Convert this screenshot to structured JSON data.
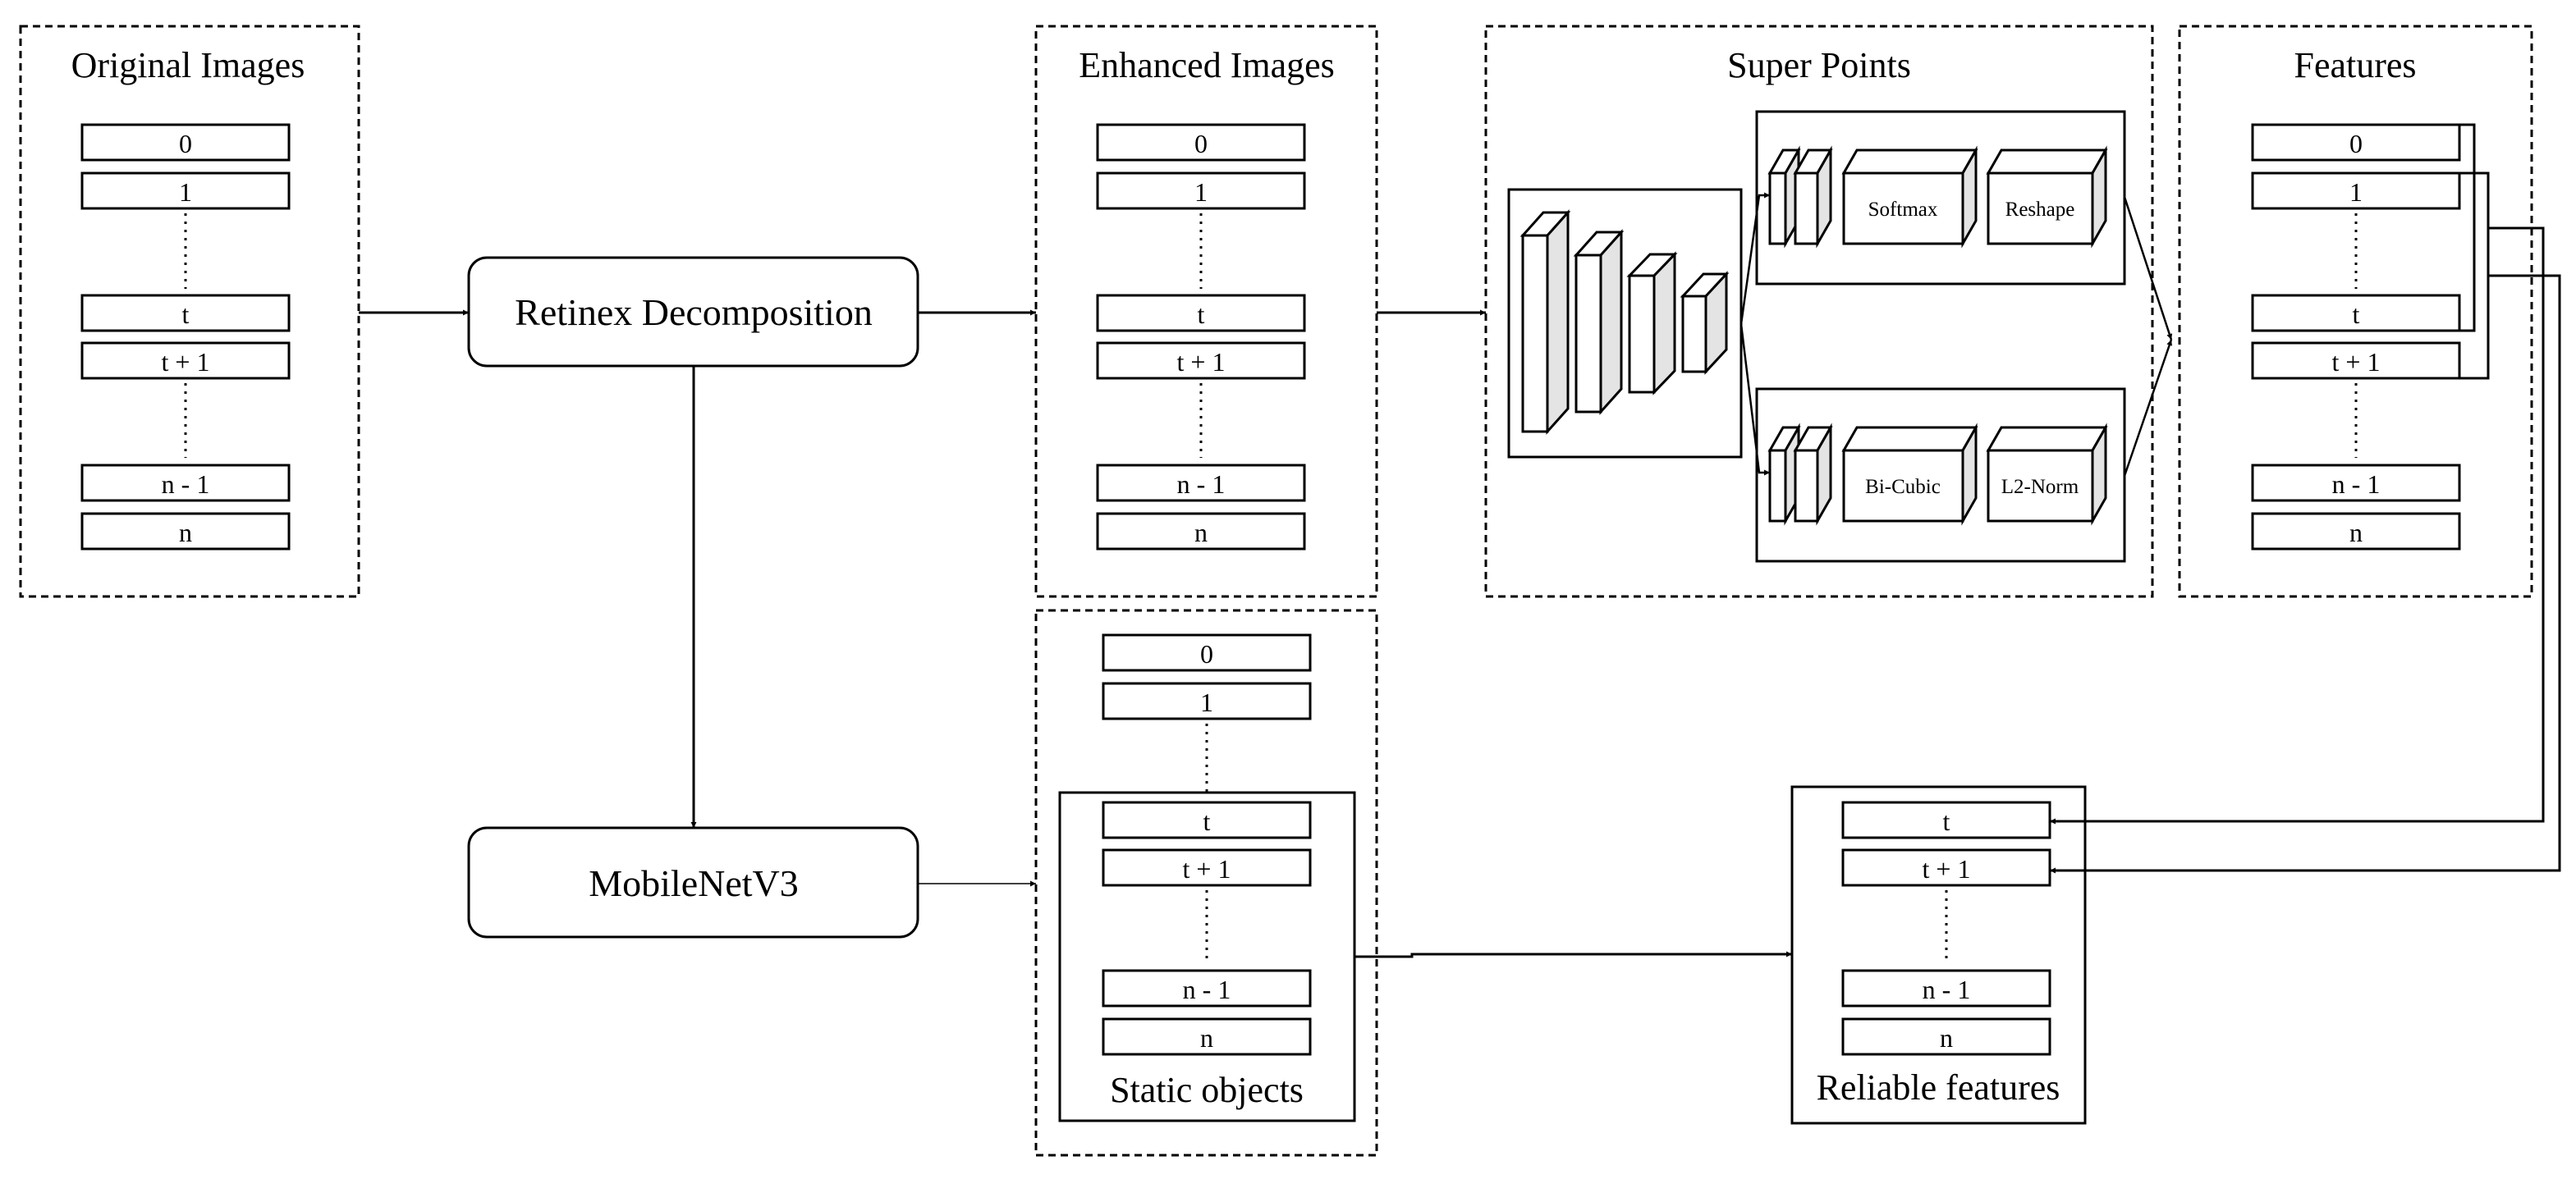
{
  "groups": {
    "original_images": {
      "title": "Original Images",
      "cells": [
        "0",
        "1",
        "t",
        "t + 1",
        "n - 1",
        "n"
      ]
    },
    "enhanced_images": {
      "title": "Enhanced Images",
      "cells": [
        "0",
        "1",
        "t",
        "t + 1",
        "n - 1",
        "n"
      ]
    },
    "super_points": {
      "title": "Super Points",
      "detector_head": [
        "Softmax",
        "Reshape"
      ],
      "descriptor_head": [
        "Bi-Cubic",
        "L2-Norm"
      ]
    },
    "features": {
      "title": "Features",
      "cells": [
        "0",
        "1",
        "t",
        "t + 1",
        "n - 1",
        "n"
      ]
    },
    "static_objects": {
      "cells": [
        "0",
        "1",
        "t",
        "t + 1",
        "n - 1",
        "n"
      ],
      "label": "Static objects"
    },
    "reliable_features": {
      "cells": [
        "t",
        "t + 1",
        "n - 1",
        "n"
      ],
      "label": "Reliable features"
    }
  },
  "modules": {
    "retinex": "Retinex Decomposition",
    "mobilenet": "MobileNetV3"
  },
  "colors": {
    "stroke": "#000000",
    "block_front": "#ffffff",
    "block_top": "#ffffff",
    "block_side": "#e4e4e4"
  }
}
